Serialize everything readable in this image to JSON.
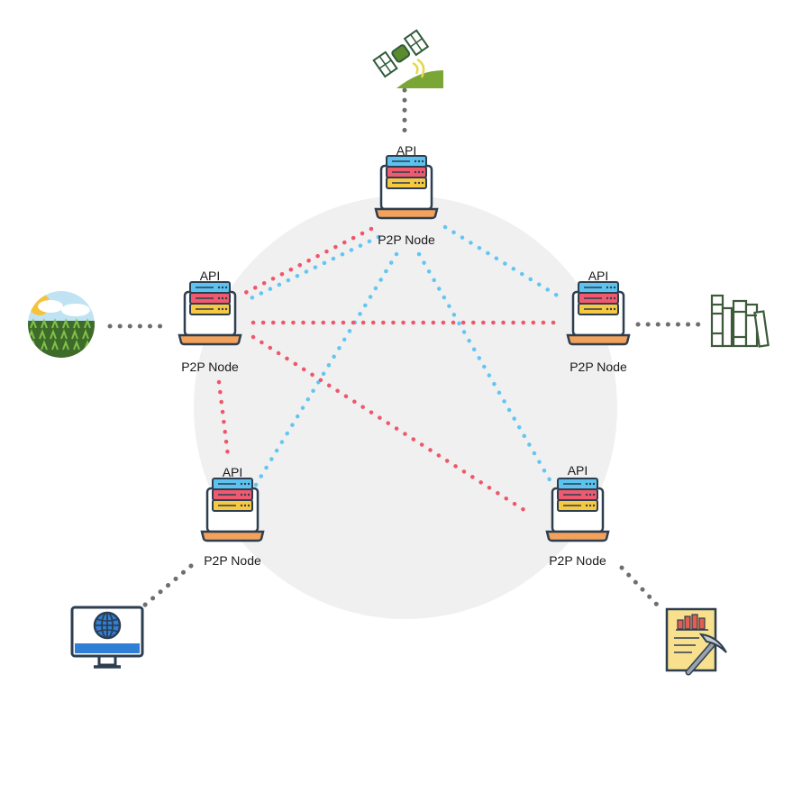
{
  "colors": {
    "background_circle": "#f0f0f0",
    "link_red": "#f0566a",
    "link_blue": "#62c6f2",
    "link_gray": "#6e6e6e",
    "server_blue": "#5dc2ee",
    "server_red": "#ef5a6e",
    "server_yellow": "#f7c940",
    "laptop_base": "#f3a15b",
    "outline": "#2c3e50"
  },
  "nodes": [
    {
      "id": "top",
      "api_label": "API",
      "node_label": "P2P Node"
    },
    {
      "id": "left",
      "api_label": "API",
      "node_label": "P2P Node"
    },
    {
      "id": "right",
      "api_label": "API",
      "node_label": "P2P Node"
    },
    {
      "id": "bottom-left",
      "api_label": "API",
      "node_label": "P2P Node"
    },
    {
      "id": "bottom-right",
      "api_label": "API",
      "node_label": "P2P Node"
    }
  ],
  "links": [
    {
      "from": "top",
      "to": "left",
      "color": "red"
    },
    {
      "from": "top",
      "to": "left",
      "color": "blue"
    },
    {
      "from": "top",
      "to": "right",
      "color": "blue"
    },
    {
      "from": "top",
      "to": "bottom-left",
      "color": "blue"
    },
    {
      "from": "top",
      "to": "bottom-right",
      "color": "blue"
    },
    {
      "from": "left",
      "to": "right",
      "color": "red"
    },
    {
      "from": "left",
      "to": "bottom-left",
      "color": "red"
    },
    {
      "from": "left",
      "to": "bottom-right",
      "color": "red"
    }
  ],
  "data_sources": [
    {
      "name": "satellite-icon",
      "node": "top"
    },
    {
      "name": "farm-field-icon",
      "node": "left"
    },
    {
      "name": "books-icon",
      "node": "right"
    },
    {
      "name": "web-monitor-icon",
      "node": "bottom-left"
    },
    {
      "name": "mining-report-icon",
      "node": "bottom-right"
    }
  ]
}
